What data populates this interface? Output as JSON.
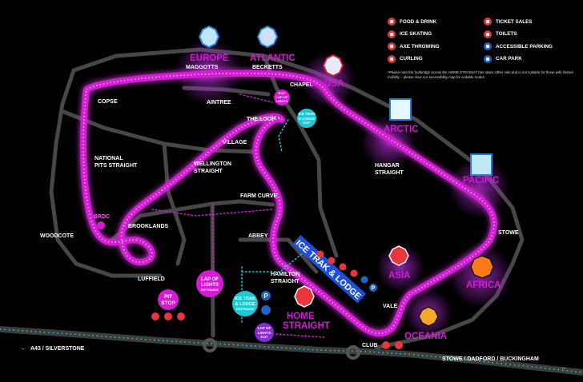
{
  "legend": {
    "items": [
      {
        "label": "FOOD & DRINK",
        "icon": "fork-knife-icon",
        "color": "#e8373b"
      },
      {
        "label": "TICKET SALES",
        "icon": "ticket-icon",
        "color": "#e8373b"
      },
      {
        "label": "ICE SKATING",
        "icon": "ice-skate-icon",
        "color": "#e8373b"
      },
      {
        "label": "TOILETS",
        "icon": "toilet-icon",
        "color": "#e8373b"
      },
      {
        "label": "AXE THROWING",
        "icon": "axe-icon",
        "color": "#e8373b"
      },
      {
        "label": "ACCESSIBLE PARKING",
        "icon": "wheelchair-icon",
        "color": "#1e63c6"
      },
      {
        "label": "CURLING",
        "icon": "curling-stone-icon",
        "color": "#e8373b"
      },
      {
        "label": "CAR PARK",
        "icon": "parking-icon",
        "color": "#1e63c6"
      }
    ],
    "note": "*Please note the footbridge across the HOME STRAIGHT has stairs either side and is not suitable for those with limited mobility – please view our accessibility map for suitable routes"
  },
  "zones": {
    "europe": "EUROPE",
    "atlantic": "ATLANTIC",
    "usa": "USA",
    "arctic": "ARCTIC",
    "pacific": "PACIFIC",
    "asia": "ASIA",
    "africa": "AFRICA",
    "oceania": "OCEANIA",
    "home_straight_1": "HOME",
    "home_straight_2": "STRAIGHT"
  },
  "corners": {
    "maggotts": "MAGGOTTS",
    "becketts": "BECKETTS",
    "chapel": "CHAPEL",
    "copse": "COPSE",
    "aintree": "AINTREE",
    "the_loop": "THE LOOP",
    "village": "VILLAGE",
    "national_pits_1": "NATIONAL",
    "national_pits_2": "PITS STRAIGHT",
    "wellington_1": "WELLINGTON",
    "wellington_2": "STRAIGHT",
    "hangar_1": "HANGAR",
    "hangar_2": "STRAIGHT",
    "farm_curve": "FARM CURVE",
    "brdc": "BRDC",
    "woodcote": "WOODCOTE",
    "brooklands": "BROOKLANDS",
    "abbey": "ABBEY",
    "luffield": "LUFFIELD",
    "hamilton_1": "HAMILTON",
    "hamilton_2": "STRAIGHT",
    "stowe": "STOWE",
    "vale": "VALE",
    "club": "CLUB"
  },
  "badges": {
    "ice_trak_lodge_banner": "ICE TRAK & LODGE",
    "lap_of_lights_entrance_1": "LAP OF",
    "lap_of_lights_entrance_2": "LIGHTS",
    "lap_of_lights_entrance_3": "ENTRANCE",
    "pit_stop_1": "PIT",
    "pit_stop_2": "STOP",
    "ice_trak_entrance_1": "ICE TRAK",
    "ice_trak_entrance_2": "& LODGE",
    "ice_trak_entrance_3": "ENTRANCE",
    "ice_trak_exit_1": "ICE TRAK",
    "ice_trak_exit_2": "& LODGE",
    "ice_trak_exit_3": "EXIT",
    "lap_of_lights_exit_1": "LAP OF",
    "lap_of_lights_exit_2": "LIGHTS",
    "lap_of_lights_exit_3": "EXIT",
    "exit_1": "EXIT",
    "exit_2": "LAP OF",
    "exit_3": "LIGHTS",
    "parking_letter": "P"
  },
  "roads": {
    "a43": "A43 / SILVERSTONE",
    "stowe_road": "STOWE / DADFORD / BUCKINGHAM"
  },
  "colors": {
    "track_magenta": "#d51ad6",
    "zone_magenta": "#d51ad6",
    "cyan": "#1fc7d4",
    "road_grey": "#4a4a4a",
    "red_icon": "#e8373b",
    "blue_icon": "#1e63c6",
    "banner_blue": "#1e4fd8"
  }
}
